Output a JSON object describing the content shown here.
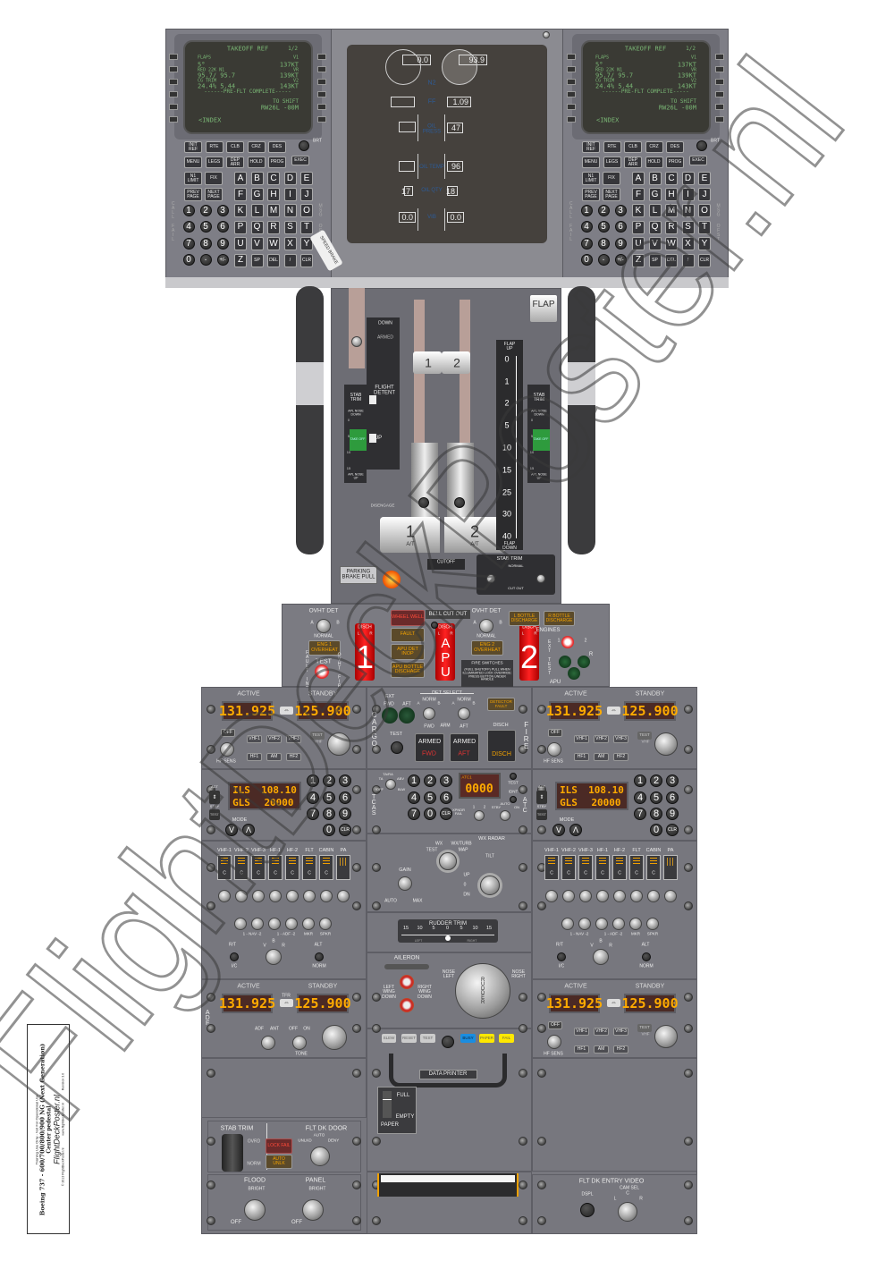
{
  "watermark": "FlightDeckPoster.nl",
  "title_block": {
    "disclaimer": "Training Use Only - Not For Operational Use",
    "title": "Boeing 737 - 600/700/800/900 NG (Next Generation)",
    "subtitle": "Center pedestal",
    "brand": "FlightDeckPoster.nl",
    "copyright": "© 2013 FlightDeckPoster.nl",
    "website": "www.flightdeckposter.nl",
    "revision": "Revision 3.0",
    "swatches": [
      "#111111",
      "#ffe600",
      "#e6007e",
      "#009fe3"
    ]
  },
  "cdu": {
    "screen": {
      "title": "TAKEOFF REF",
      "page": "1/2",
      "l1_label": "FLAPS",
      "l1": "5°",
      "l2_label": "RED 22K N1",
      "l2": "95.7/ 95.7",
      "l3_label": "CG    TRIM",
      "l3": "24.4%  5.44",
      "r1_label": "V1",
      "r1": "137KT",
      "r2_label": "VR",
      "r2": "139KT",
      "r3_label": "V2",
      "r3": "143KT",
      "sep": "------PRE-FLT COMPLETE-----",
      "r5_label": "TO SHIFT",
      "r5": "RW26L -00M",
      "l6": "<INDEX"
    },
    "brt": "BRT",
    "call": "CALL",
    "fail": "FAIL",
    "msg": "MSG",
    "ofst": "OFST",
    "exec": "EXEC",
    "keys": [
      [
        "INIT REF",
        "RTE",
        "CLB",
        "CRZ",
        "DES"
      ],
      [
        "MENU",
        "LEGS",
        "DEP ARR",
        "HOLD",
        "PROG"
      ],
      [
        "N1 LIMIT",
        "FIX",
        "A",
        "B",
        "C",
        "D",
        "E"
      ],
      [
        "PREV PAGE",
        "NEXT PAGE",
        "F",
        "G",
        "H",
        "I",
        "J"
      ],
      [
        "1",
        "2",
        "3",
        "K",
        "L",
        "M",
        "N",
        "O"
      ],
      [
        "4",
        "5",
        "6",
        "P",
        "Q",
        "R",
        "S",
        "T"
      ],
      [
        "7",
        "8",
        "9",
        "U",
        "V",
        "W",
        "X",
        "Y"
      ],
      [
        "0",
        "·",
        "+/-",
        "Z",
        "SP",
        "DEL",
        "/",
        "CLR"
      ]
    ]
  },
  "eicas": {
    "n2_label": "N2",
    "n2_left": "0.0",
    "n2_right": "93.9",
    "ff_label": "FF",
    "ff_right": "1.09",
    "oil_press_label": "OIL PRESS",
    "oil_press_right": "47",
    "oil_temp_label": "OIL TEMP",
    "oil_temp_right": "96",
    "oil_qty_label": "OIL QTY",
    "oil_qty_left": "17",
    "oil_qty_right": "18",
    "vib_label": "VIB",
    "vib_left": "0.0",
    "vib_right": "0.0"
  },
  "throttle": {
    "speed_brake": "SPEED BRAKE",
    "down": "DOWN",
    "armed": "ARMED",
    "flight_detent": "FLIGHT DETENT",
    "up": "UP",
    "stab_trim": "STAB TRIM",
    "apl_nose_down": "APL NOSE DOWN",
    "take_off": "TAKE OFF",
    "apl_nose_up": "APL NOSE UP",
    "trim_scale": [
      "0",
      "5",
      "10",
      "15"
    ],
    "lever1": "1",
    "lever2": "2",
    "at": "A/T",
    "disengage": "DISENGAGE",
    "flap": "FLAP",
    "flap_up": "FLAP UP",
    "flap_down": "FLAP DOWN",
    "flap_scale": [
      "0",
      "1",
      "2",
      "5",
      "10",
      "15",
      "25",
      "30",
      "40"
    ],
    "parking_brake": "PARKING BRAKE PULL",
    "cutoff": "CUTOFF",
    "cutout_title": "STAB TRIM",
    "cutout_normal": "NORMAL",
    "cutout_cut": "CUT OUT"
  },
  "fire": {
    "ovht_det": "OVHT DET",
    "a": "A",
    "b": "B",
    "normal": "NORMAL",
    "eng1_overheat": "ENG 1 OVERHEAT",
    "eng2_overheat": "ENG 2 OVERHEAT",
    "test": "TEST",
    "fault_inop": "FAULT INOP",
    "ovht_fire": "OVHT FIRE",
    "disch": "DISCH",
    "l": "L",
    "r": "R",
    "handle1": "1",
    "handle_apu": "APU",
    "handle2": "2",
    "wheel_well": "WHEEL WELL",
    "fault": "FAULT",
    "apu_det_inop": "APU DET INOP",
    "apu_bottle": "APU BOTTLE DISCHAGE",
    "bell_cut_out": "BELL CUT OUT",
    "fire_switches": "FIRE SWITCHES",
    "fire_switches_note": "(FUEL SHUTOFF) PULL WHEN ILLUMINATED LOCK OVERRIDE: PRESS BUTTON UNDER HANDLE",
    "l_bottle": "L BOTTLE DISCHARGE",
    "r_bottle": "R BOTTLE DISCHARGE",
    "engines": "ENGINES",
    "ext_test": "EXT TEST",
    "one": "1",
    "two": "2",
    "apu": "APU"
  },
  "radio": {
    "active": "ACTIVE",
    "standby": "STANDBY",
    "active_freq": "131.925",
    "standby_freq": "125.900",
    "off": "OFF",
    "modes": [
      "VHF1",
      "VHF2",
      "VHF3",
      "HF1",
      "AM",
      "HF2"
    ],
    "test": "TEST",
    "vhf": "VHF",
    "hf_sens": "HF SENS",
    "tfr": "TFR"
  },
  "nav": {
    "line1_mode": "ILS",
    "line1_value": "108.10",
    "line2_mode": "GLS",
    "line2_value": "20000",
    "keys": [
      "1",
      "2",
      "3",
      "4",
      "5",
      "6",
      "7",
      "8",
      "9"
    ],
    "zero": "0",
    "clr": "CLR",
    "mode": "MODE",
    "down": "V",
    "up": "Λ",
    "act": "ACT",
    "stby": "STBY",
    "test": "TEST"
  },
  "cargo": {
    "title": "CARGO",
    "fire": "FIRE",
    "ext": "EXT",
    "fwd": "FWD",
    "aft": "AFT",
    "det_select": "DET SELECT",
    "norm": "NORM",
    "a": "A",
    "b": "B",
    "detector_fault": "DETECTOR FAULT",
    "test": "TEST",
    "arm": "ARM",
    "armed": "ARMED",
    "disch": "DISCH"
  },
  "transponder": {
    "tcas": "TCAS",
    "ta_ra": "TA/RA",
    "ta": "TA",
    "abv": "ABV",
    "off": "OFF",
    "blw": "BLW",
    "keys": [
      "1",
      "2",
      "3",
      "4",
      "5",
      "6",
      "7",
      "0",
      "CLR"
    ],
    "atc1": "ATC1",
    "code": "0000",
    "test": "TEST",
    "idnt": "IDNT",
    "xpndr_fail": "XPNDR FAIL",
    "sel1": "1",
    "sel2": "2",
    "stby": "STBY",
    "auto": "AUTO",
    "on": "ON",
    "atc": "ATC"
  },
  "audio": {
    "channels": [
      "VHF-1",
      "VHF-2",
      "VHF-3",
      "HF-1",
      "HF-2",
      "FLT",
      "CABIN",
      "PA"
    ],
    "c": "C",
    "nav": "1 - NAV -2",
    "adf": "1 - ADF -2",
    "mkr": "MKR",
    "spkr": "SPKR",
    "rt": "R/T",
    "ic": "I/C",
    "v": "V",
    "b": "B",
    "r": "R",
    "alt": "ALT",
    "norm": "NORM"
  },
  "wx": {
    "title": "WX RADAR",
    "wx": "WX",
    "wx_turb": "WX/TURB",
    "test": "TEST",
    "map": "MAP",
    "gain": "GAIN",
    "auto": "AUTO",
    "max": "MAX",
    "tilt": "TILT",
    "up": "UP",
    "zero": "0",
    "dn": "DN"
  },
  "rudder_trim": {
    "title": "RUDDER      TRIM",
    "scale": [
      "15",
      "10",
      "5",
      "0",
      "5",
      "10",
      "15"
    ],
    "left": "LEFT",
    "right": "RIGHT"
  },
  "aileron": {
    "title": "AILERON",
    "left_wing_down": "LEFT WING DOWN",
    "right_wing_down": "RIGHT WING DOWN",
    "nose_left": "NOSE LEFT",
    "nose_right": "NOSE RIGHT",
    "rudder": "RUDDER"
  },
  "adf": {
    "title": "ADF",
    "adf": "ADF",
    "ant": "ANT",
    "off": "OFF",
    "on": "ON",
    "tone": "TONE"
  },
  "printer": {
    "slew": "SLEW",
    "reset": "RESET",
    "test": "TEST",
    "busy": "BUSY",
    "paper": "PAPER",
    "fail": "FAIL",
    "title": "DATA PRINTER",
    "full": "FULL",
    "empty": "EMPTY",
    "paper_label": "PAPER"
  },
  "stab_trim": {
    "title": "STAB TRIM",
    "ovrd": "OVRD",
    "norm": "NORM"
  },
  "door": {
    "title": "FLT DK DOOR",
    "lock_fail": "LOCK FAIL",
    "auto_unlk": "AUTO UNLK",
    "unlkd": "UNLKD",
    "auto": "AUTO",
    "deny": "DENY"
  },
  "lights": {
    "flood": "FLOOD",
    "panel": "PANEL",
    "bright": "BRIGHT",
    "off": "OFF"
  },
  "video": {
    "title": "FLT DK ENTRY VIDEO",
    "dspl": "DSPL",
    "cam_sel": "CAM SEL",
    "l": "L",
    "c": "C",
    "r": "R"
  }
}
